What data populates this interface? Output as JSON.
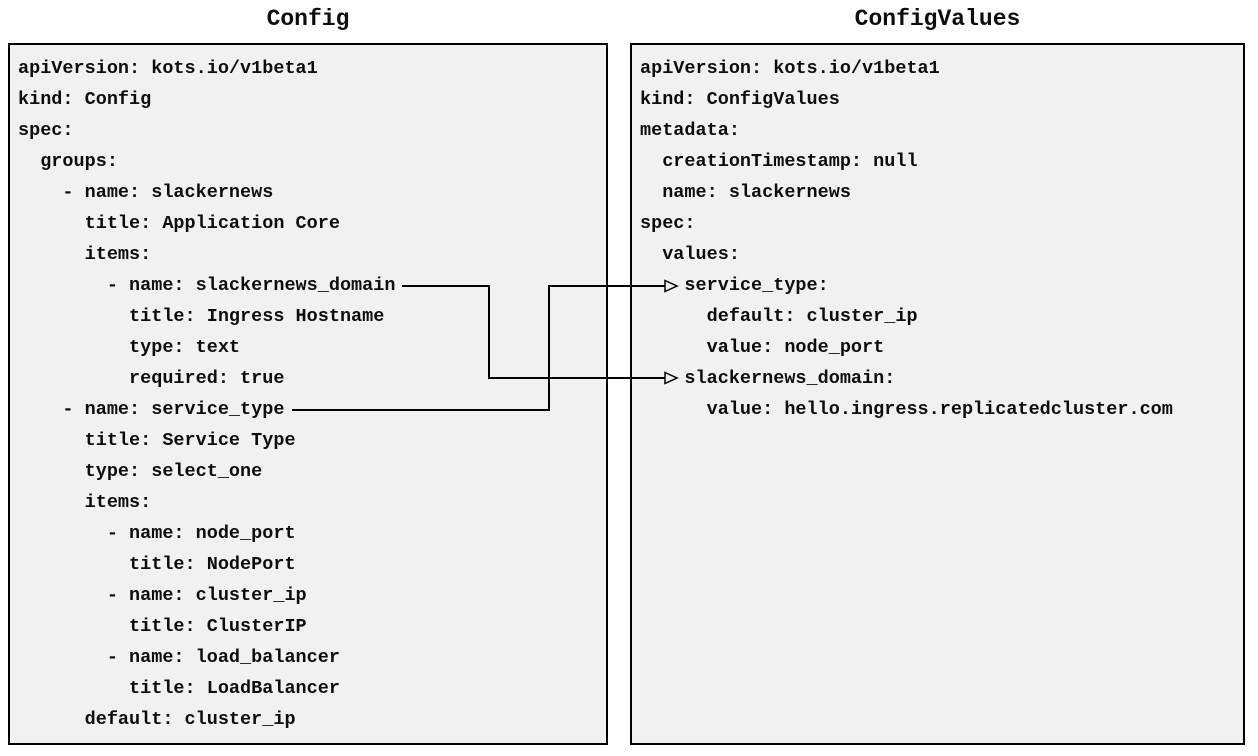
{
  "colors": {
    "panel_bg": "#f1f1f1",
    "panel_border": "#000000",
    "code_text": "#0d0d0d",
    "title_text": "#0d0d0d",
    "arrow": "#000000"
  },
  "panels": {
    "config": {
      "title": "Config",
      "code": "apiVersion: kots.io/v1beta1\nkind: Config\nspec:\n  groups:\n    - name: slackernews\n      title: Application Core\n      items:\n        - name: slackernews_domain\n          title: Ingress Hostname\n          type: text\n          required: true\n    - name: service_type\n      title: Service Type\n      type: select_one\n      items:\n        - name: node_port\n          title: NodePort\n        - name: cluster_ip\n          title: ClusterIP\n        - name: load_balancer\n          title: LoadBalancer\n      default: cluster_ip"
    },
    "config_values": {
      "title": "ConfigValues",
      "code": "apiVersion: kots.io/v1beta1\nkind: ConfigValues\nmetadata:\n  creationTimestamp: null\n  name: slackernews\nspec:\n  values:\n    service_type:\n      default: cluster_ip\n      value: node_port\n    slackernews_domain:\n      value: hello.ingress.replicatedcluster.com"
    }
  },
  "arrows": [
    {
      "from_label": "slackernews_domain",
      "to_label": "slackernews_domain:"
    },
    {
      "from_label": "service_type",
      "to_label": "service_type:"
    }
  ]
}
